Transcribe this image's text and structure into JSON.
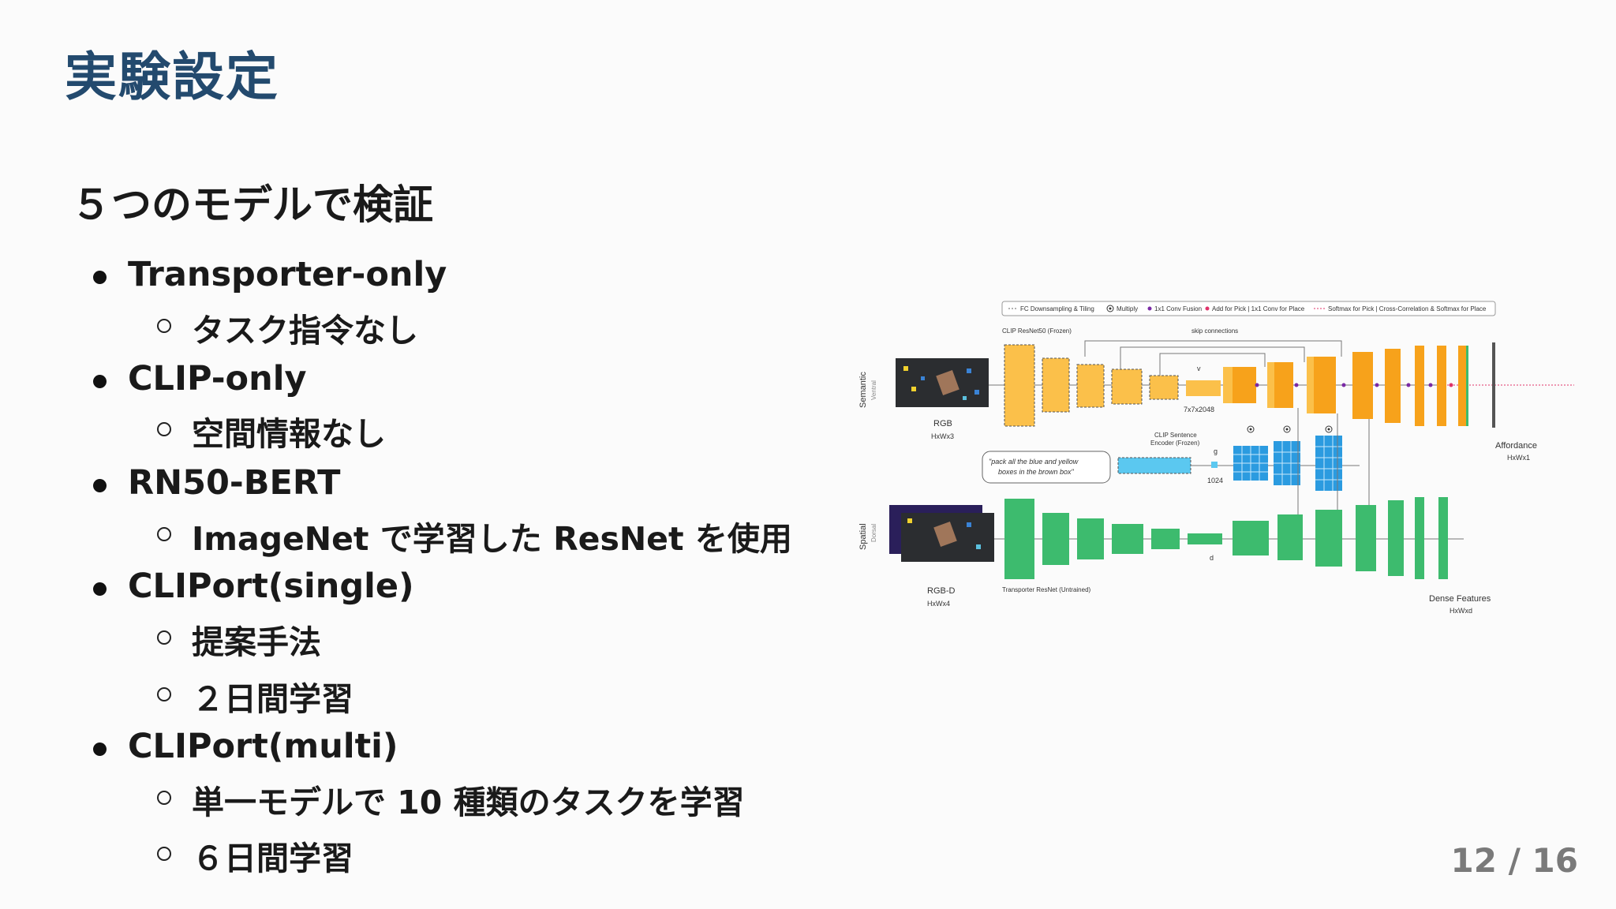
{
  "title": "実験設定",
  "subtitle": "５つのモデルで検証",
  "bullets": [
    {
      "label": "Transporter-only",
      "subs": [
        "タスク指令なし"
      ]
    },
    {
      "label": "CLIP-only",
      "subs": [
        "空間情報なし"
      ]
    },
    {
      "label": "RN50-BERT",
      "subs": [
        "ImageNet で学習した ResNet を使用"
      ]
    },
    {
      "label": "CLIPort(single)",
      "subs": [
        "提案手法",
        "２日間学習"
      ]
    },
    {
      "label": "CLIPort(multi)",
      "subs": [
        "単一モデルで 10 種類のタスクを学習",
        "６日間学習"
      ]
    }
  ],
  "page": {
    "current": "12",
    "separator": "/",
    "total": "16",
    "label": "12 / 16"
  },
  "figure": {
    "legend": {
      "fc": "FC Downsampling & Tiling",
      "multiply": "Multiply",
      "conv": "1x1 Conv Fusion",
      "add": "Add for Pick | 1x1 Conv for Place",
      "softmax": "Softmax for Pick | Cross-Correlation & Softmax for Place"
    },
    "clip_resnet": "CLIP ResNet50 (Frozen)",
    "skip": "skip connections",
    "semantic": "Semantic",
    "ventral": "Ventral",
    "spatial": "Spatial",
    "dorsal": "Dorsal",
    "rgb": "RGB",
    "rgb_dim": "HxWx3",
    "rgbd": "RGB-D",
    "rgbd_dim": "HxWx4",
    "v_label": "v",
    "dim_7x7": "7x7x2048",
    "sentence_enc_1": "CLIP Sentence",
    "sentence_enc_2": "Encoder (Frozen)",
    "instruction_1": "\"pack all the blue and yellow",
    "instruction_2": "boxes in the brown box\"",
    "g_label": "g",
    "dim_1024": "1024",
    "d_label": "d",
    "transporter": "Transporter ResNet (Untrained)",
    "affordance": "Affordance",
    "affordance_dim": "HxWx1",
    "dense": "Dense Features",
    "dense_dim": "HxWxd"
  },
  "colors": {
    "title": "#234a6e",
    "orange": "#f7a21b",
    "orange_light": "#fbc04a",
    "green": "#3dbb6e",
    "blue": "#2b9be0",
    "pagenum": "#7a7a7a"
  }
}
